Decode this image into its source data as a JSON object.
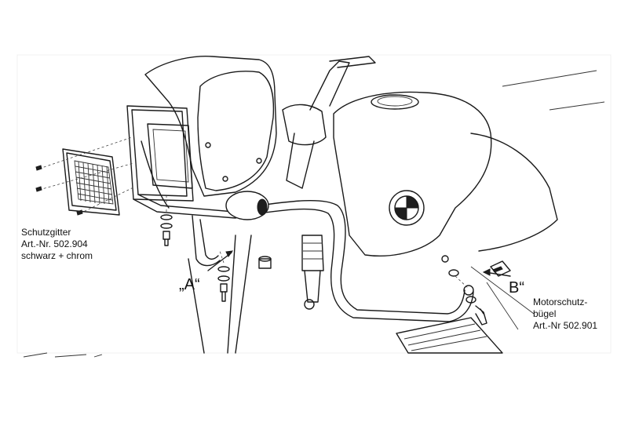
{
  "labels": {
    "grille": {
      "name": "Schutzgitter",
      "art": "Art.-Nr. 502.904",
      "finish": "schwarz + chrom"
    },
    "callout_a": "„A“",
    "callout_b": "B“",
    "bar": {
      "line1": "Motorschutz-",
      "line2": "bügel",
      "art": "Art.-Nr 502.901"
    }
  },
  "colors": {
    "line": "#1a1a1a",
    "background": "#ffffff"
  }
}
